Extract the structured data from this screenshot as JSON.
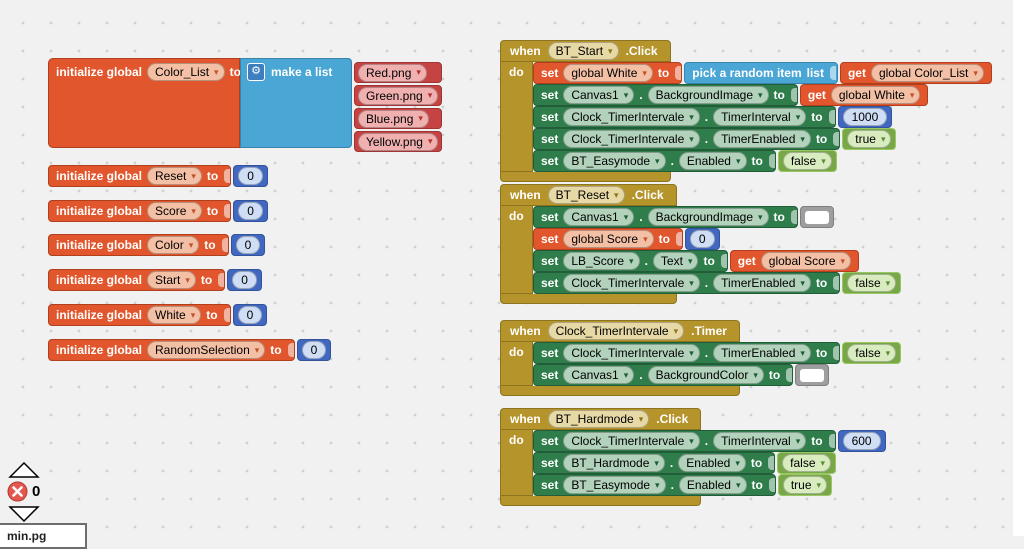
{
  "labels": {
    "init": "initialize global",
    "to": "to",
    "when": "when",
    "do": "do",
    "set": "set",
    "dot": ".",
    "get": "get",
    "make_list": "make a list",
    "pick_random": "pick a random item",
    "list": "list",
    "gear_icon": "⚙"
  },
  "colors": {
    "event_gold": "#b5942c",
    "setter_green": "#2e7d4b",
    "variable_orange": "#e1562c",
    "list_blue": "#4aa6d5",
    "math_blue": "#4168c1",
    "logic_green": "#77a746",
    "text_red": "#c64343",
    "empty_gray": "#9e9e9e"
  },
  "color_list_block": {
    "name": "Color_List",
    "items": [
      "Red.png",
      "Green.png",
      "Blue.png",
      "Yellow.png"
    ]
  },
  "variables": [
    {
      "name": "Reset",
      "value": "0"
    },
    {
      "name": "Score",
      "value": "0"
    },
    {
      "name": "Color",
      "value": "0"
    },
    {
      "name": "Start",
      "value": "0"
    },
    {
      "name": "White",
      "value": "0"
    },
    {
      "name": "RandomSelection",
      "value": "0"
    }
  ],
  "events": [
    {
      "component": "BT_Start",
      "event": ".Click",
      "statements": [
        {
          "type": "var_set",
          "field": "global White",
          "value": {
            "kind": "pick",
            "inner": {
              "kind": "get",
              "field": "global Color_List"
            }
          }
        },
        {
          "type": "prop_set",
          "component": "Canvas1",
          "property": "BackgroundImage",
          "value": {
            "kind": "get",
            "field": "global White"
          }
        },
        {
          "type": "prop_set",
          "component": "Clock_TimerIntervale",
          "property": "TimerInterval",
          "value": {
            "kind": "math",
            "text": "1000"
          }
        },
        {
          "type": "prop_set",
          "component": "Clock_TimerIntervale",
          "property": "TimerEnabled",
          "value": {
            "kind": "logic",
            "text": "true"
          }
        },
        {
          "type": "prop_set",
          "component": "BT_Easymode",
          "property": "Enabled",
          "value": {
            "kind": "logic",
            "text": "false"
          }
        }
      ]
    },
    {
      "component": "BT_Reset",
      "event": ".Click",
      "statements": [
        {
          "type": "prop_set",
          "component": "Canvas1",
          "property": "BackgroundImage",
          "value": {
            "kind": "blank"
          }
        },
        {
          "type": "var_set",
          "field": "global Score",
          "value": {
            "kind": "math",
            "text": "0"
          }
        },
        {
          "type": "prop_set",
          "component": "LB_Score",
          "property": "Text",
          "value": {
            "kind": "get",
            "field": "global Score"
          }
        },
        {
          "type": "prop_set",
          "component": "Clock_TimerIntervale",
          "property": "TimerEnabled",
          "value": {
            "kind": "logic",
            "text": "false"
          }
        }
      ]
    },
    {
      "component": "Clock_TimerIntervale",
      "event": ".Timer",
      "statements": [
        {
          "type": "prop_set",
          "component": "Clock_TimerIntervale",
          "property": "TimerEnabled",
          "value": {
            "kind": "logic",
            "text": "false"
          }
        },
        {
          "type": "prop_set",
          "component": "Canvas1",
          "property": "BackgroundColor",
          "value": {
            "kind": "blank"
          }
        }
      ]
    },
    {
      "component": "BT_Hardmode",
      "event": ".Click",
      "statements": [
        {
          "type": "prop_set",
          "component": "Clock_TimerIntervale",
          "property": "TimerInterval",
          "value": {
            "kind": "math",
            "text": "600"
          }
        },
        {
          "type": "prop_set",
          "component": "BT_Hardmode",
          "property": "Enabled",
          "value": {
            "kind": "logic",
            "text": "false"
          }
        },
        {
          "type": "prop_set",
          "component": "BT_Easymode",
          "property": "Enabled",
          "value": {
            "kind": "logic",
            "text": "true"
          }
        }
      ]
    }
  ],
  "status": {
    "error_count": "0",
    "clipped_text": "min.pg"
  }
}
